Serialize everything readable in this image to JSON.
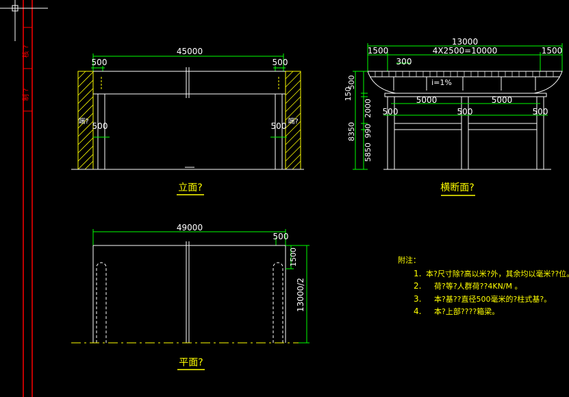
{
  "left_bar": {
    "label_top": "核 ?",
    "label_bottom": "制 ?"
  },
  "elevation": {
    "title": "立面?",
    "overall_dim": "45000",
    "left_end_dim": "500",
    "right_end_dim": "500",
    "left_col_dim": "500",
    "right_col_dim": "500",
    "left_wall_label": "端?",
    "right_wall_label": "端?"
  },
  "section": {
    "title": "横断面?",
    "overall_dim": "13000",
    "left_dim": "1500",
    "mid_dim": "4X2500=10000",
    "right_dim": "1500",
    "cantilever_dim": "300",
    "slope_label": "i=1%",
    "height_500": "500",
    "height_150": "150",
    "height_2000": "2000",
    "height_8350": "8350",
    "height_990": "990",
    "height_5850": "5850",
    "span_left": "5000",
    "span_right": "5000",
    "col_left": "500",
    "col_mid": "500",
    "col_right": "500"
  },
  "plan": {
    "title": "平面?",
    "overall_dim": "49000",
    "end_dim": "500",
    "depth_dim": "1500",
    "half_width_dim": "13000/2"
  },
  "notes": {
    "heading": "附注：",
    "items": [
      {
        "num": "1.",
        "text": "本?尺寸除?高以米?外，其余均以毫米??位。"
      },
      {
        "num": "2.",
        "text": "荷?等?人群荷??4KN/M  。"
      },
      {
        "num": "3.",
        "text": "本?基??直径500毫米的?柱式基?。"
      },
      {
        "num": "4.",
        "text": "本?上部????箱梁。"
      }
    ]
  },
  "colors": {
    "background": "#000000",
    "line": "#ffffff",
    "dimension": "#00ff00",
    "hatch": "#ffff00",
    "border_red": "#ff0000",
    "title_yellow": "#ffff00",
    "note_yellow": "#ffff00"
  }
}
